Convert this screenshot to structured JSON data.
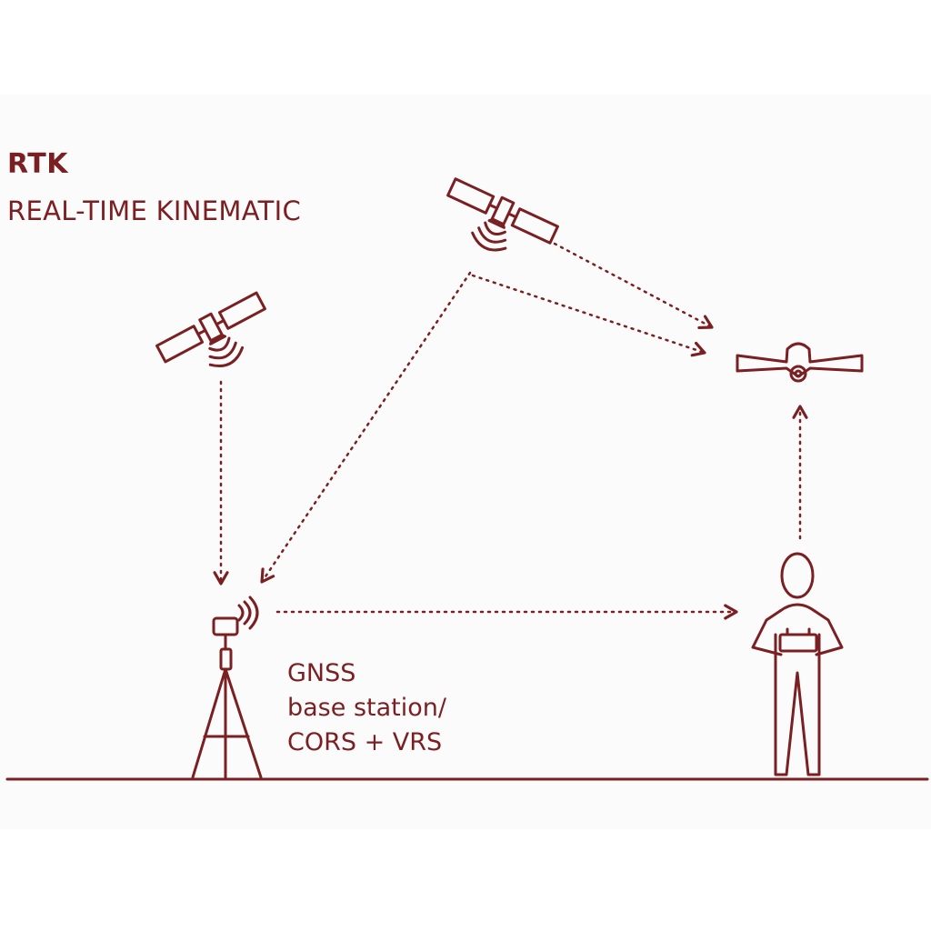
{
  "title": "RTK",
  "subtitle": "REAL-TIME KINEMATIC",
  "station": {
    "line1": "GNSS",
    "line2": "base station/",
    "line3": "CORS + VRS"
  },
  "colors": {
    "ink": "#7a1f22",
    "background": "#fbfbfb"
  },
  "icons": {
    "satellites": [
      "satellite-icon",
      "satellite-icon"
    ],
    "base": "gnss-tripod-icon",
    "operator": "operator-icon",
    "drone": "fixed-wing-drone-icon"
  }
}
